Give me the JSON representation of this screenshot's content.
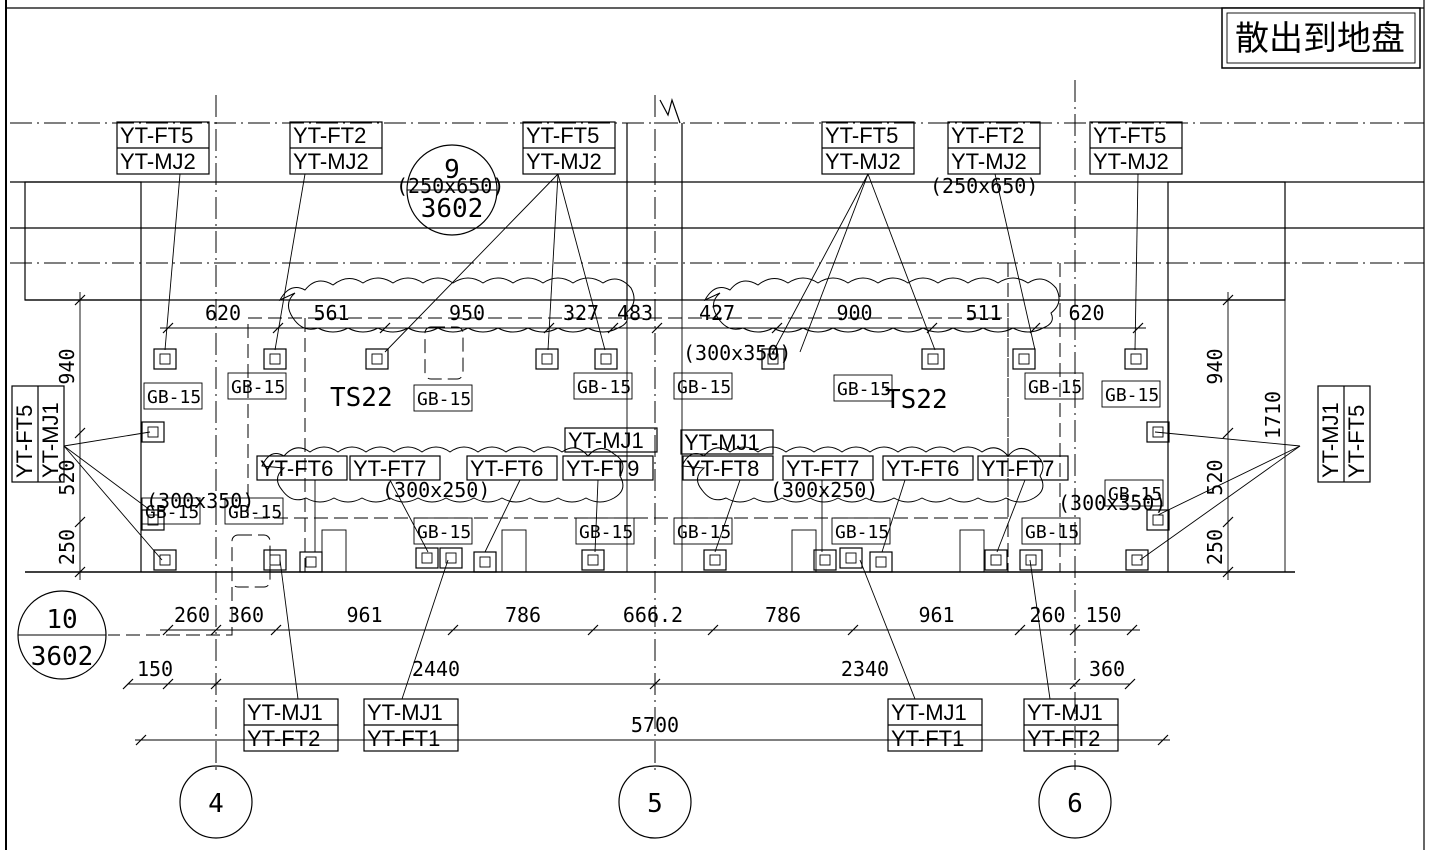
{
  "title": "散出到地盘",
  "axes": [
    "4",
    "5",
    "6"
  ],
  "section_marks": [
    {
      "top": "9",
      "bottom": "3602"
    },
    {
      "top": "10",
      "bottom": "3602"
    }
  ],
  "openings": [
    "(250x650)",
    "(250x650)",
    "(300x350)",
    "(300x250)",
    "(300x250)",
    "(300x350)",
    "(300x350)"
  ],
  "rooms": [
    "TS22",
    "TS22"
  ],
  "top_dims": [
    "620",
    "561",
    "950",
    "327",
    "483",
    "427",
    "900",
    "511",
    "620"
  ],
  "bottom_dims": [
    "260",
    "360",
    "961",
    "786",
    "666.2",
    "786",
    "961",
    "260",
    "150"
  ],
  "span_dims": [
    "150",
    "2440",
    "2340",
    "360",
    "5700"
  ],
  "side_dims_left": [
    "940",
    "520",
    "250"
  ],
  "side_dims_right": [
    "940",
    "1710",
    "520",
    "250"
  ],
  "top_tags": [
    [
      "YT-FT5",
      "YT-MJ2"
    ],
    [
      "YT-FT2",
      "YT-MJ2"
    ],
    [
      "YT-FT5",
      "YT-MJ2"
    ],
    [
      "YT-FT5",
      "YT-MJ2"
    ],
    [
      "YT-FT2",
      "YT-MJ2"
    ],
    [
      "YT-FT5",
      "YT-MJ2"
    ]
  ],
  "side_tags_left": [
    "YT-FT5",
    "YT-MJ1"
  ],
  "side_tags_right": [
    "YT-MJ1",
    "YT-FT5"
  ],
  "mid_tags": [
    "YT-FT6",
    "YT-FT7",
    "YT-FT6",
    "YT-FT9",
    "YT-FT8",
    "YT-FT7",
    "YT-FT6",
    "YT-FT7"
  ],
  "mid_top_tags": [
    "YT-MJ1",
    "YT-MJ1"
  ],
  "bottom_tags": [
    [
      "YT-MJ1",
      "YT-FT2"
    ],
    [
      "YT-MJ1",
      "YT-FT1"
    ],
    [
      "YT-MJ1",
      "YT-FT1"
    ],
    [
      "YT-MJ1",
      "YT-FT2"
    ]
  ],
  "gb_label": "GB-15"
}
